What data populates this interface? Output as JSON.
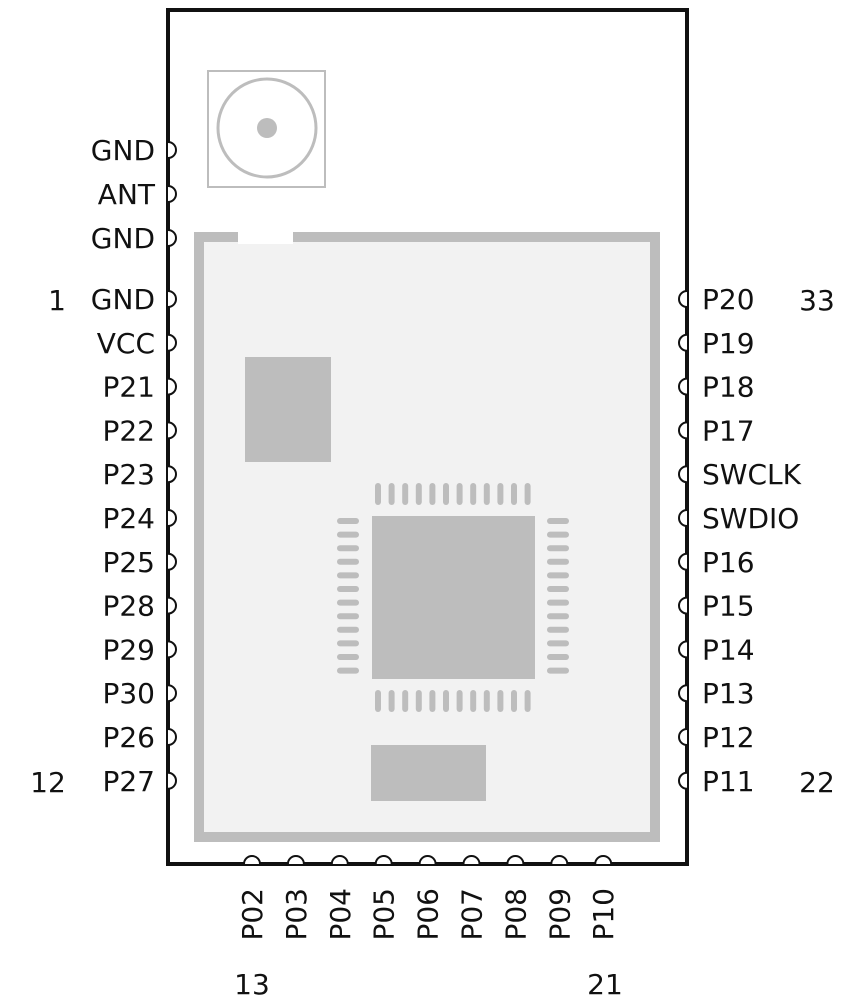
{
  "module": {
    "left_pins_top": [
      "GND",
      "ANT",
      "GND"
    ],
    "left_pins": [
      "GND",
      "VCC",
      "P21",
      "P22",
      "P23",
      "P24",
      "P25",
      "P28",
      "P29",
      "P30",
      "P26",
      "P27"
    ],
    "right_pins": [
      "P20",
      "P19",
      "P18",
      "P17",
      "SWCLK",
      "SWDIO",
      "P16",
      "P15",
      "P14",
      "P13",
      "P12",
      "P11"
    ],
    "bottom_pins": [
      "P02",
      "P03",
      "P04",
      "P05",
      "P06",
      "P07",
      "P08",
      "P09",
      "P10"
    ],
    "pin_numbers": {
      "left_first": "1",
      "left_last": "12",
      "bottom_first": "13",
      "bottom_last": "21",
      "right_last": "22",
      "right_first": "33"
    }
  },
  "colors": {
    "outline": "#111111",
    "shield": "#bdbdbd",
    "shield_fill": "#f2f2f2",
    "component": "#bdbdbd"
  }
}
